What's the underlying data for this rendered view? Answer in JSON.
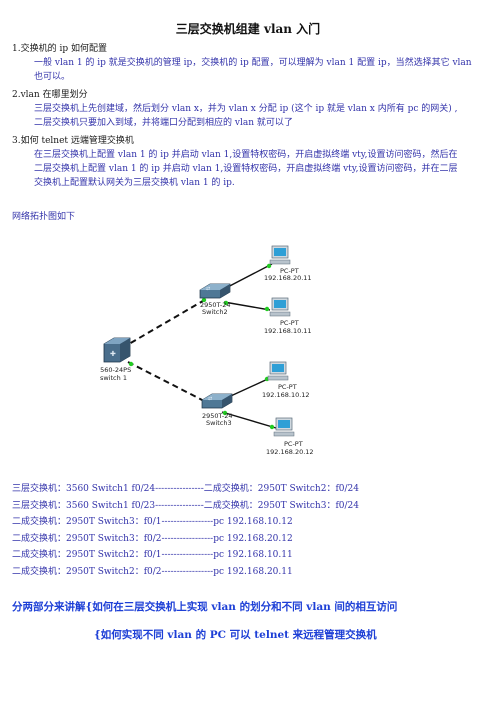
{
  "title": "三层交换机组建 vlan 入门",
  "sections": [
    {
      "heading": "1.交换机的 ip 如何配置",
      "lines": [
        "一般 vlan 1 的 ip 就是交换机的管理 ip，交换机的 ip 配置，可以理解为 vlan 1 配置 ip，当然选择其它 vlan",
        "也可以。"
      ]
    },
    {
      "heading": "2.vlan 在哪里划分",
      "lines": [
        "三层交换机上先创建域，然后划分 vlan x，并为 vlan x  分配 ip (这个 ip  就是 vlan x 内所有 pc 的网关) ,",
        "二层交换机只要加入到域，并将端口分配到相应的 vlan 就可以了"
      ]
    },
    {
      "heading": "3.如何 telnet 远端管理交换机",
      "lines": [
        "在三层交换机上配置 vlan 1  的 ip 并启动 vlan 1,设置特权密码，开启虚拟终端 vty,设置访问密码，然后在",
        "二层交换机上配置 vlan 1  的 ip 并启动 vlan 1,设置特权密码，开启虚拟终端 vty,设置访问密码，并在二层",
        "交换机上配置默认网关为三层交换机 vlan 1  的 ip."
      ]
    }
  ],
  "topology": {
    "caption": "网络拓扑图如下",
    "devices": {
      "core": {
        "model": "3560-24PS",
        "name": "switch 1"
      },
      "sw2": {
        "model": "2950T-24",
        "name": "Switch2"
      },
      "sw3": {
        "model": "2950T-24",
        "name": "Switch3"
      },
      "pc1": {
        "type": "PC-PT",
        "ip": "192.168.20.11"
      },
      "pc2": {
        "type": "PC-PT",
        "ip": "192.168.10.11"
      },
      "pc3": {
        "type": "PC-PT",
        "ip": "192.168.10.12"
      },
      "pc4": {
        "type": "PC-PT",
        "ip": "192.168.20.12"
      }
    },
    "colors": {
      "link": "#111111",
      "port": "#22cc22"
    }
  },
  "connections": [
    "三层交换机：3560 Switch1     f0/24----------------二成交换机：2950T     Switch2：f0/24",
    "三层交换机：3560 Switch1     f0/23----------------二成交换机：2950T     Switch3：f0/24",
    "二成交换机：2950T     Switch3：f0/1-----------------pc 192.168.10.12",
    "二成交换机：2950T     Switch3：f0/2-----------------pc 192.168.20.12",
    "二成交换机：2950T     Switch2：f0/1-----------------pc 192.168.10.11",
    "二成交换机：2950T     Switch2：f0/2-----------------pc 192.168.20.11"
  ],
  "subheadings": [
    "分两部分来讲解{如何在三层交换机上实现 vlan 的划分和不同 vlan 间的相互访问",
    "{如何实现不同 vlan 的 PC 可以 telnet 来远程管理交换机"
  ]
}
